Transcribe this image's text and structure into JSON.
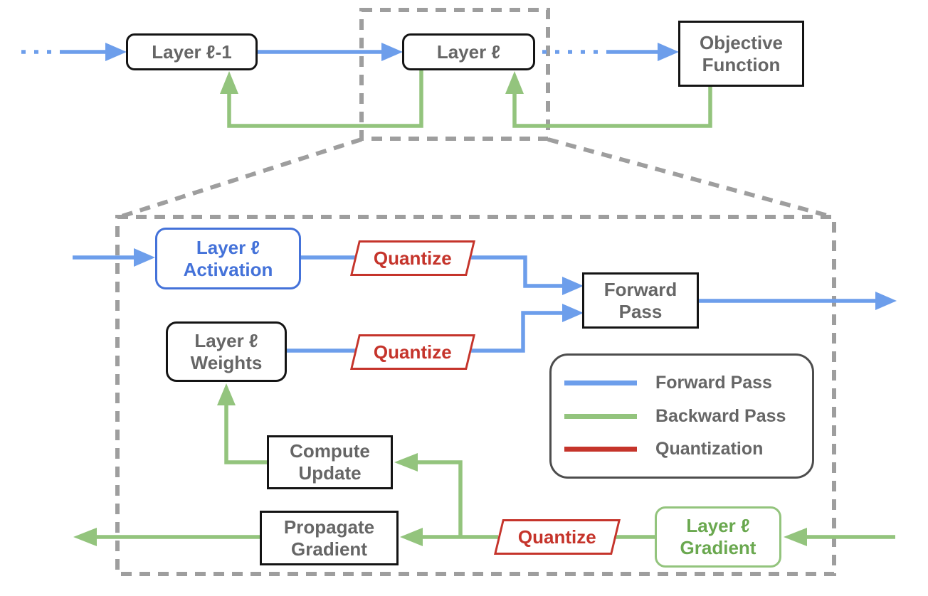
{
  "colors": {
    "flow-blue": "#6d9eeb",
    "node-blue": "#4472d9",
    "flow-green": "#93c47d",
    "node-green": "#6aa84f",
    "quant-red": "#c5342b",
    "text-gray": "#666666",
    "dash-gray": "#9e9e9e",
    "border-black": "#141414",
    "legend-border": "#4d4d4d",
    "background": "#ffffff"
  },
  "overview": {
    "layer_prev": {
      "label": "Layer ℓ-1"
    },
    "layer_l": {
      "label": "Layer ℓ"
    },
    "objective": {
      "line1": "Objective",
      "line2": "Function"
    }
  },
  "detail": {
    "activation": {
      "line1": "Layer ℓ",
      "line2": "Activation"
    },
    "quantize_activation": {
      "label": "Quantize"
    },
    "forward_pass": {
      "line1": "Forward",
      "line2": "Pass"
    },
    "weights": {
      "line1": "Layer ℓ",
      "line2": "Weights"
    },
    "quantize_weights": {
      "label": "Quantize"
    },
    "compute_update": {
      "line1": "Compute",
      "line2": "Update"
    },
    "propagate_gradient": {
      "line1": "Propagate",
      "line2": "Gradient"
    },
    "quantize_gradient": {
      "label": "Quantize"
    },
    "gradient": {
      "line1": "Layer ℓ",
      "line2": "Gradient"
    }
  },
  "legend": {
    "items": [
      {
        "label": "Forward Pass",
        "color": "#6d9eeb"
      },
      {
        "label": "Backward Pass",
        "color": "#93c47d"
      },
      {
        "label": "Quantization",
        "color": "#c5342b"
      }
    ]
  }
}
